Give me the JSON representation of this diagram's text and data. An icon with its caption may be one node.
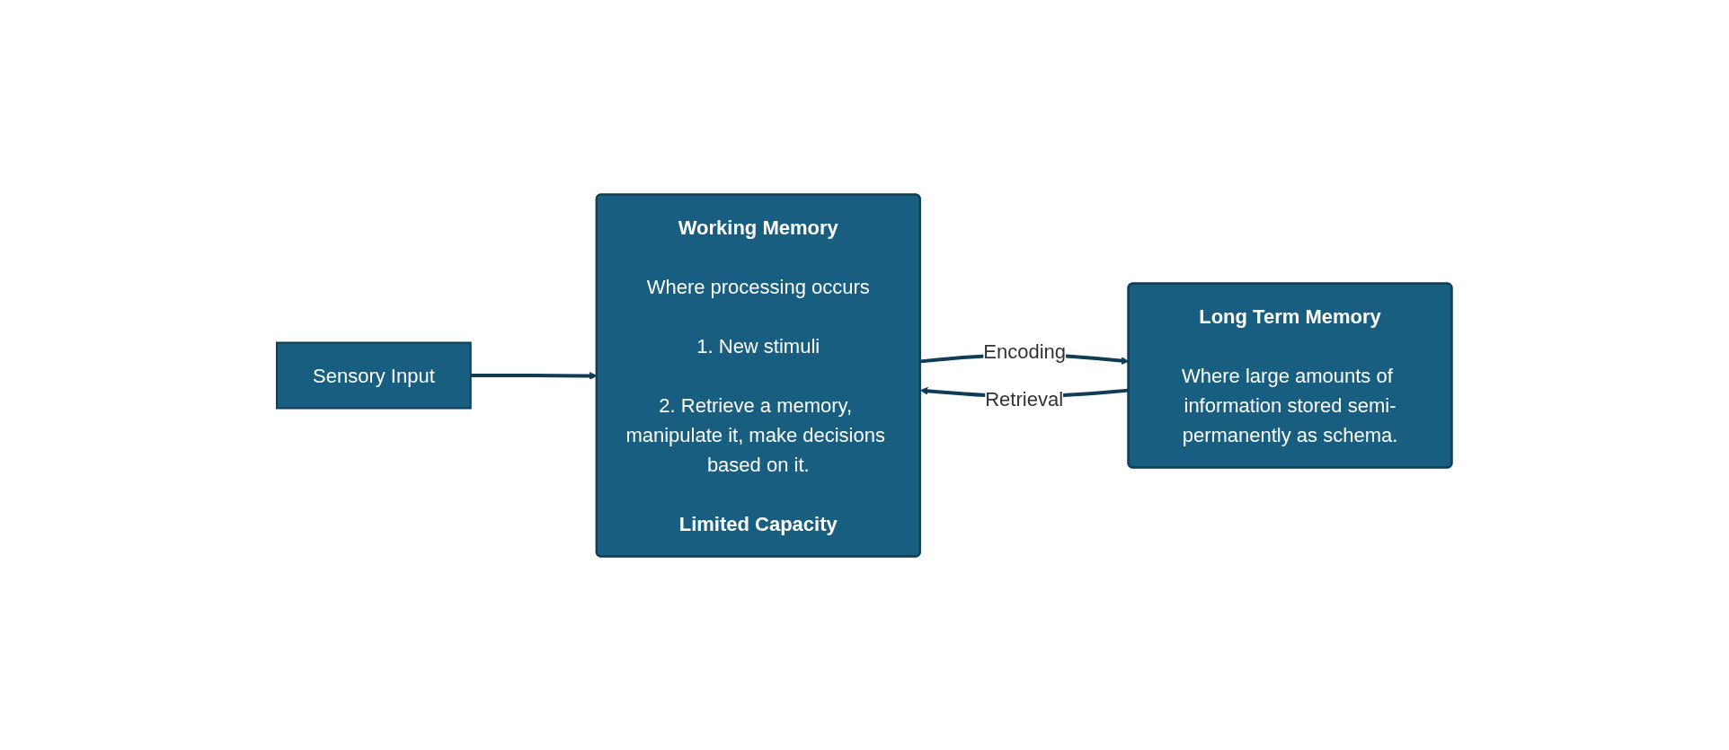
{
  "diagram": {
    "nodes": [
      {
        "text": [
          "Sensory Input"
        ]
      },
      {
        "text": [
          "Working Memory",
          "Where processing occurs",
          "1. New stimuli",
          "2. Retrieve a memory, manipulate it, make decisions based on it.",
          "Limited Capacity"
        ]
      },
      {
        "text": [
          "Long Term Memory",
          "Where large amounts of information stored semi-permanently as schema."
        ]
      }
    ],
    "edges": [
      {
        "from": 0,
        "to": 1,
        "arrow": "to"
      },
      {
        "from": 1,
        "to": 2,
        "arrow": "to",
        "label": "Encoding"
      },
      {
        "from": 2,
        "to": 1,
        "arrow": "to",
        "label": "Retrieval"
      }
    ]
  }
}
